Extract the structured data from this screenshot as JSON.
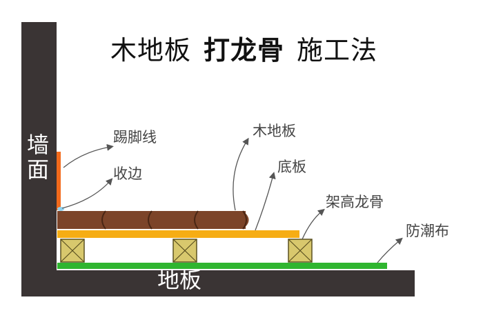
{
  "title": {
    "part1": "木地板",
    "part2": "打龙骨",
    "part3": "施工法"
  },
  "labels": {
    "wall": "墙面",
    "floor": "地板",
    "skirting": "踢脚线",
    "edge_trim": "收边",
    "wood_floor": "木地板",
    "base_board": "底板",
    "joist": "架高龙骨",
    "moisture_barrier": "防潮布"
  },
  "colors": {
    "wall": "#3a3434",
    "wood": "#7c4429",
    "base_board": "#f6ad14",
    "joist": "#d8c86d",
    "moisture_barrier": "#2fb52f",
    "skirting": "#f26a1b"
  }
}
